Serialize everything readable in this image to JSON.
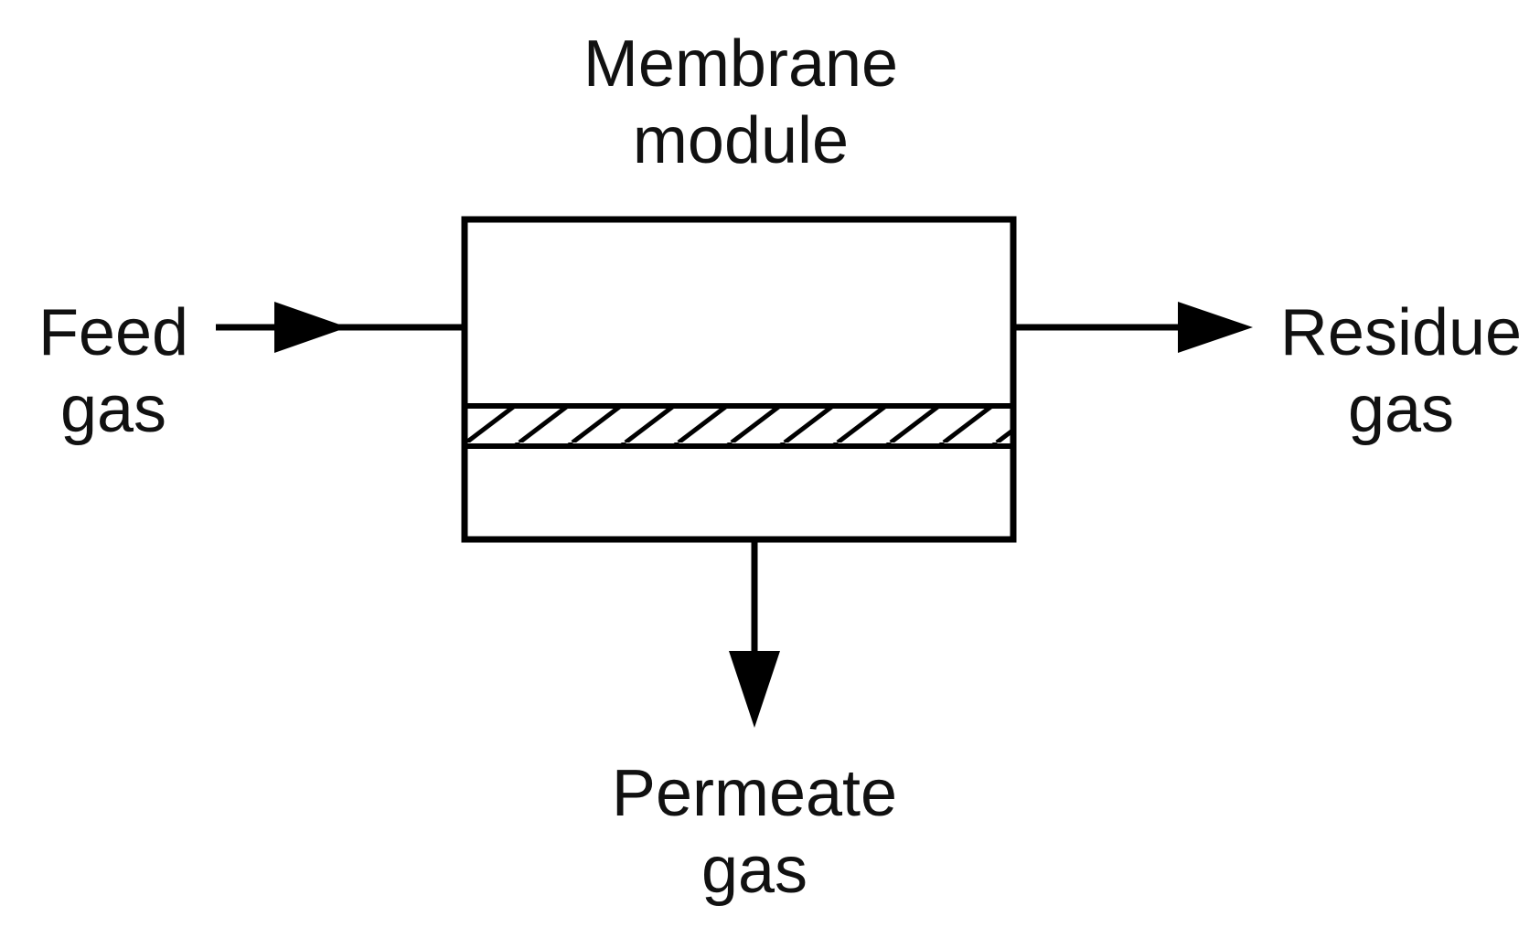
{
  "labels": {
    "module_line1": "Membrane",
    "module_line2": "module",
    "feed_line1": "Feed",
    "feed_line2": "gas",
    "residue_line1": "Residue",
    "residue_line2": "gas",
    "permeate_line1": "Permeate",
    "permeate_line2": "gas"
  },
  "colors": {
    "ink": "#000000",
    "background": "#ffffff"
  }
}
